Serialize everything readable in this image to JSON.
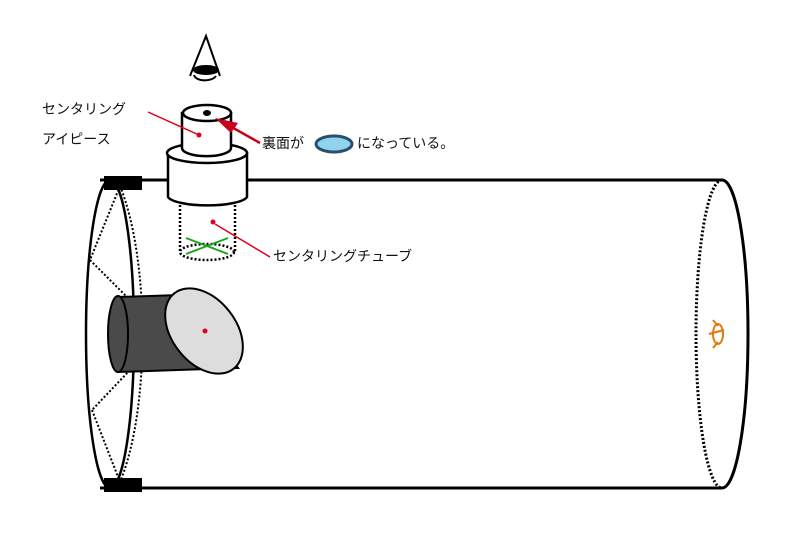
{
  "labels": {
    "centering_eyepiece_line1": "センタリング",
    "centering_eyepiece_line2": "アイピース",
    "back_side_prefix": "裏面が",
    "back_side_suffix": "になっている。",
    "centering_tube": "センタリングチューブ"
  },
  "colors": {
    "outline": "#000000",
    "pointer_line": "#e0001b",
    "arrow": "#c8001a",
    "reflective_face": "#8fd3ec",
    "reflective_face_outline": "#2a4f6e",
    "diagonal_mirror_body": "#4a4a4a",
    "diagonal_mirror_face": "#dddddd",
    "center_mark": "#e0001b",
    "tube_cross": "#1aa31a",
    "primary_mirror_clip": "#e07a10",
    "tube_clamp": "#000000"
  },
  "icons": {
    "eye": "eye-icon",
    "reflective_face": "reflective-face-icon"
  }
}
